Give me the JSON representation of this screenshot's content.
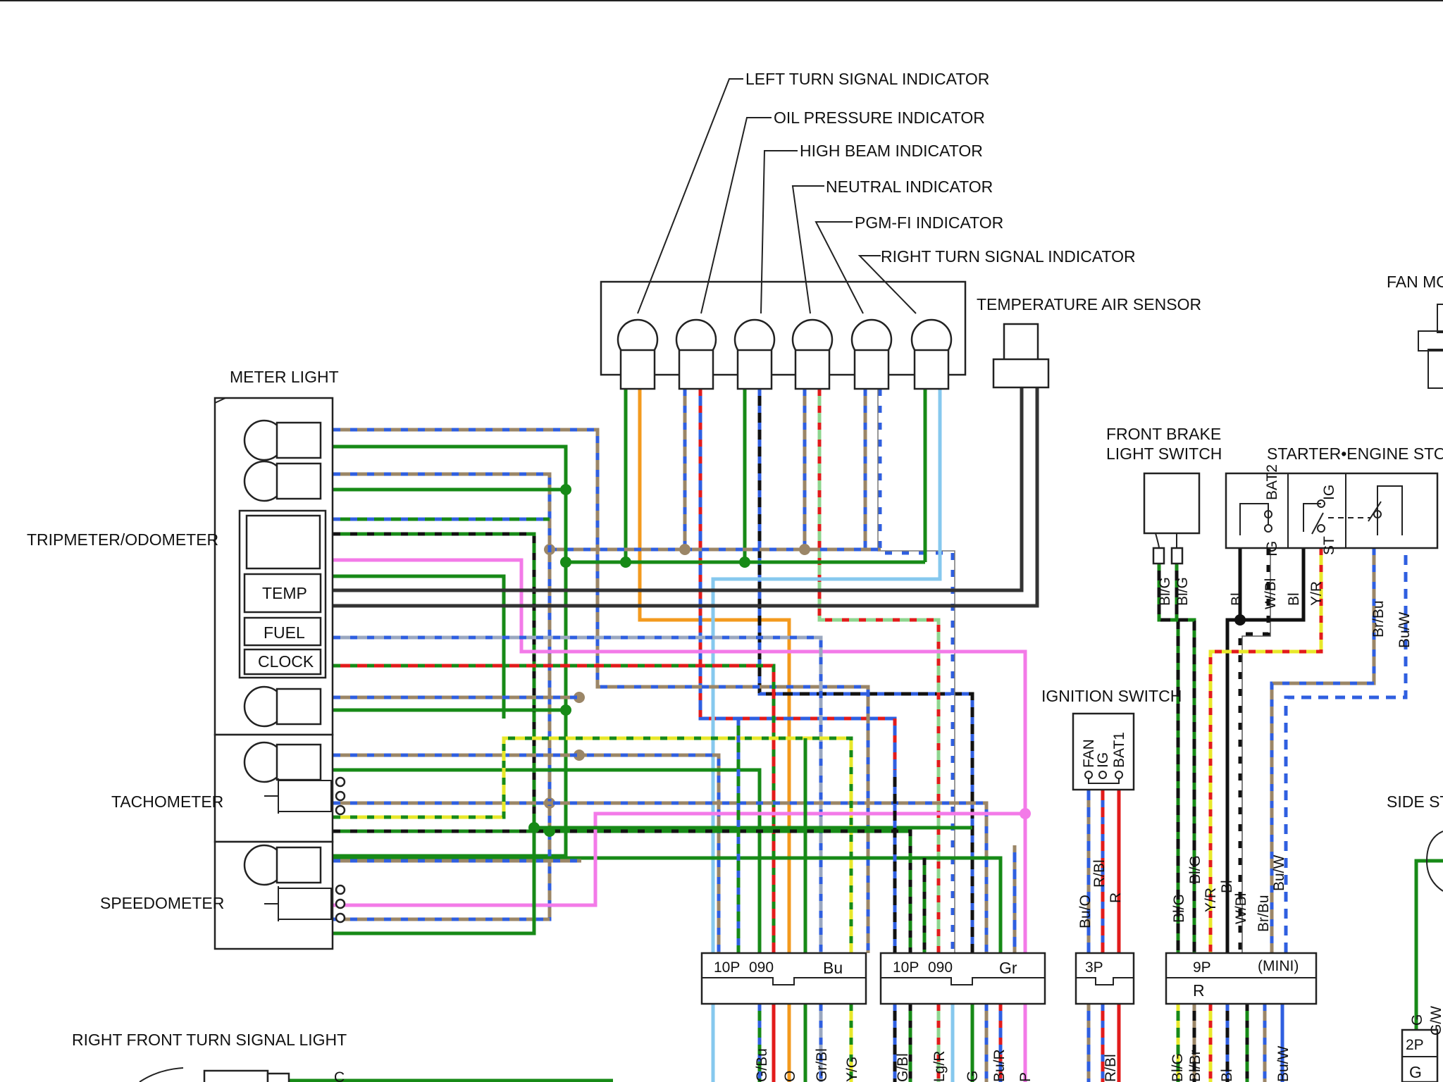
{
  "colors": {
    "brown": "#9b8667",
    "blue": "#2f5fe0",
    "green": "#178a17",
    "orange": "#f39a1e",
    "red": "#e21b1b",
    "lightgreen": "#8fd68f",
    "lightblue": "#86c8ee",
    "pink": "#f37ae8",
    "gray": "#9aa7c0",
    "yellow": "#e8e82a",
    "black": "#111111",
    "darkgray": "#333333"
  },
  "indicators": {
    "left_turn": "LEFT TURN SIGNAL INDICATOR",
    "oil_pressure": "OIL PRESSURE INDICATOR",
    "high_beam": "HIGH BEAM INDICATOR",
    "neutral": "NEUTRAL INDICATOR",
    "pgm_fi": "PGM-FI INDICATOR",
    "right_turn": "RIGHT TURN SIGNAL INDICATOR"
  },
  "components": {
    "temp_air_sensor": "TEMPERATURE AIR SENSOR",
    "fan_motor": "FAN MO",
    "meter_light": "METER LIGHT",
    "tripmeter": "TRIPMETER/ODOMETER",
    "temp": "TEMP",
    "fuel": "FUEL",
    "clock": "CLOCK",
    "tachometer": "TACHOMETER",
    "speedometer": "SPEEDOMETER",
    "front_brake_line1": "FRONT BRAKE",
    "front_brake_line2": "LIGHT SWITCH",
    "starter_engine_stop": "STARTER•ENGINE STOP",
    "ignition_switch": "IGNITION SWITCH",
    "side_stand": "SIDE ST",
    "right_front_turn": "RIGHT FRONT TURN SIGNAL LIGHT"
  },
  "connectors": {
    "c1": {
      "pins": "10P",
      "code": "090",
      "color": "Bu"
    },
    "c2": {
      "pins": "10P",
      "code": "090",
      "color": "Gr"
    },
    "c3": {
      "pins": "3P"
    },
    "c4": {
      "pins": "9P",
      "type": "(MINI)",
      "color": "R"
    },
    "c5": {
      "pins": "2P",
      "color": "G"
    }
  },
  "switch_terminals": {
    "ign_fan": "FAN",
    "ign_ig": "IG",
    "ign_bat1": "BAT1",
    "st_bat2": "BAT2",
    "st_ig1": "IG",
    "st_ig2": "IG",
    "st_st": "ST"
  },
  "wire_labels": {
    "brake_1": "Bl/G",
    "brake_2": "Bl/G",
    "st_bl1": "Bl",
    "st_wbl": "W/Bl",
    "st_bl2": "Bl",
    "st_yr": "Y/R",
    "st_brbu": "Br/Bu",
    "st_buw": "Bu/W",
    "ign_buo": "Bu/O",
    "ign_rbl": "R/Bl",
    "ign_r": "R",
    "h_blg1": "Bl/G",
    "h_blg2": "Bl/G",
    "h_yr": "Y/R",
    "h_bl": "Bl",
    "h_wbl": "W/Bl",
    "h_brbu": "Br/Bu",
    "h_buw": "Bu/W",
    "b_gbu": "G/Bu",
    "b_o": "O",
    "b_grbl": "Gr/Bl",
    "b_yg": "Y/G",
    "b_gbl": "G/Bl",
    "b_lgr": "Lg/R",
    "b_g": "G",
    "b_bur": "Bu/R",
    "b_p": "P",
    "b_rbl": "R/Bl",
    "b_blg": "Bl/G",
    "b_blbr": "Bl/Br",
    "b_bl": "Bl",
    "b_buw": "Bu/W",
    "b_gw": "G/W",
    "b_g2": "G",
    "b_c": "C"
  }
}
